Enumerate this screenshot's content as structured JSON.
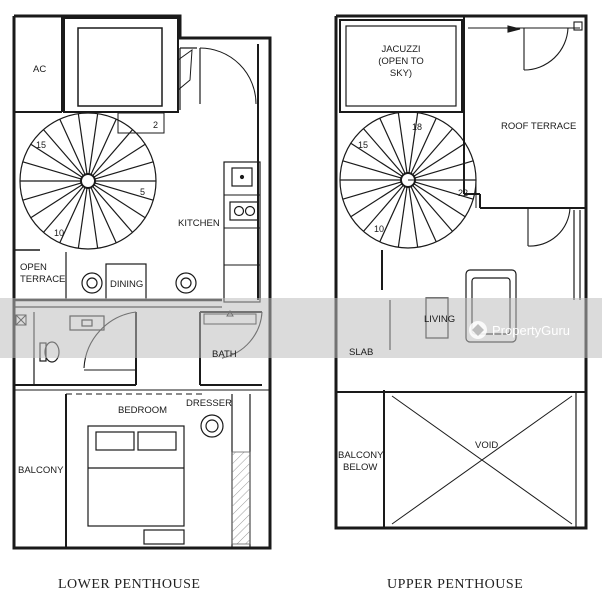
{
  "lower": {
    "caption": "LOWER PENTHOUSE",
    "rooms": {
      "ac": "AC",
      "kitchen": "KITCHEN",
      "open_terrace_1": "OPEN",
      "open_terrace_2": "TERRACE",
      "dining": "DINING",
      "bath": "BATH",
      "bedroom": "BEDROOM",
      "dresser": "DRESSER",
      "balcony": "BALCONY"
    },
    "stair_numbers": [
      "2",
      "15",
      "5",
      "10"
    ]
  },
  "upper": {
    "caption": "UPPER PENTHOUSE",
    "rooms": {
      "jacuzzi_1": "JACUZZI",
      "jacuzzi_2": "(OPEN TO",
      "jacuzzi_3": "SKY)",
      "roof_terrace": "ROOF TERRACE",
      "living": "LIVING",
      "slab": "SLAB",
      "balcony_below_1": "BALCONY",
      "balcony_below_2": "BELOW",
      "void": "VOID"
    },
    "stair_numbers": [
      "18",
      "15",
      "22",
      "10"
    ]
  },
  "watermark": "PropertyGuru",
  "colors": {
    "line": "#1a1a1a",
    "band": "#bdbdbd",
    "fixture": "#333333"
  }
}
